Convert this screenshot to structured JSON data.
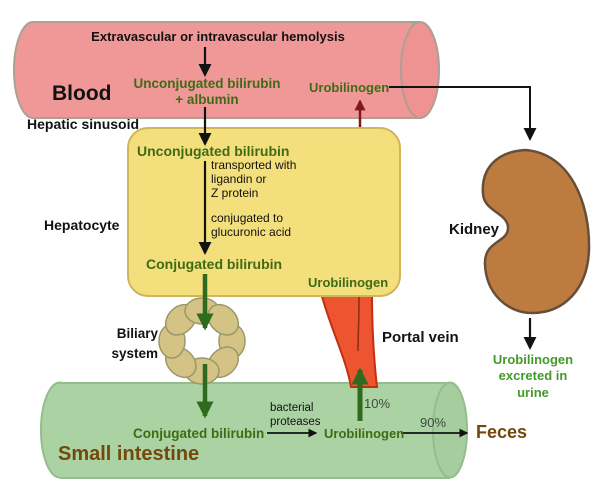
{
  "colors": {
    "blood_fill": "#F09898",
    "blood_stroke": "#AE9F93",
    "intestine_fill": "#ABD2A3",
    "intestine_stroke": "#94BC8C",
    "hepatocyte_fill": "#F4DF7D",
    "hepatocyte_stroke": "#D2B55A",
    "portal_fill": "#EC5530",
    "portal_stroke": "#C23014",
    "portal_crease": "#8E2B12",
    "kidney_fill": "#BE7B40",
    "kidney_stroke": "#64503A",
    "biliary_fill": "#D5C285",
    "biliary_stroke": "#97996B",
    "green_label": "#3F6B15",
    "bright_green": "#45992A",
    "brown_label": "#74480C",
    "pct_gray": "#3E4A3E",
    "arrow_black": "#121212",
    "arrow_green": "#2E6B1E",
    "arrow_maroon": "#7E1A1E"
  },
  "blood": {
    "label": "Blood",
    "hemolysis": "Extravascular or intravascular hemolysis",
    "unconjugated": "Unconjugated bilirubin\n+ albumin",
    "urobilinogen": "Urobilinogen",
    "sinusoid": "Hepatic sinusoid"
  },
  "hepatocyte": {
    "label": "Hepatocyte",
    "unconjugated": "Unconjugated bilirubin",
    "transport_note": "transported with\nligandin or\nZ protein",
    "conjugation_note": "conjugated to\nglucuronic acid",
    "conjugated": "Conjugated bilirubin",
    "urobilinogen": "Urobilinogen"
  },
  "biliary": {
    "label": "Biliary\nsystem"
  },
  "portal_vein": {
    "label": "Portal vein",
    "pct10": "10%"
  },
  "intestine": {
    "label": "Small intestine",
    "conjugated": "Conjugated bilirubin",
    "bacterial": "bacterial\nproteases",
    "urobilinogen": "Urobilinogen",
    "pct90": "90%",
    "feces": "Feces"
  },
  "kidney": {
    "label": "Kidney",
    "urine": "Urobilinogen\nexcreted in\nurine"
  }
}
